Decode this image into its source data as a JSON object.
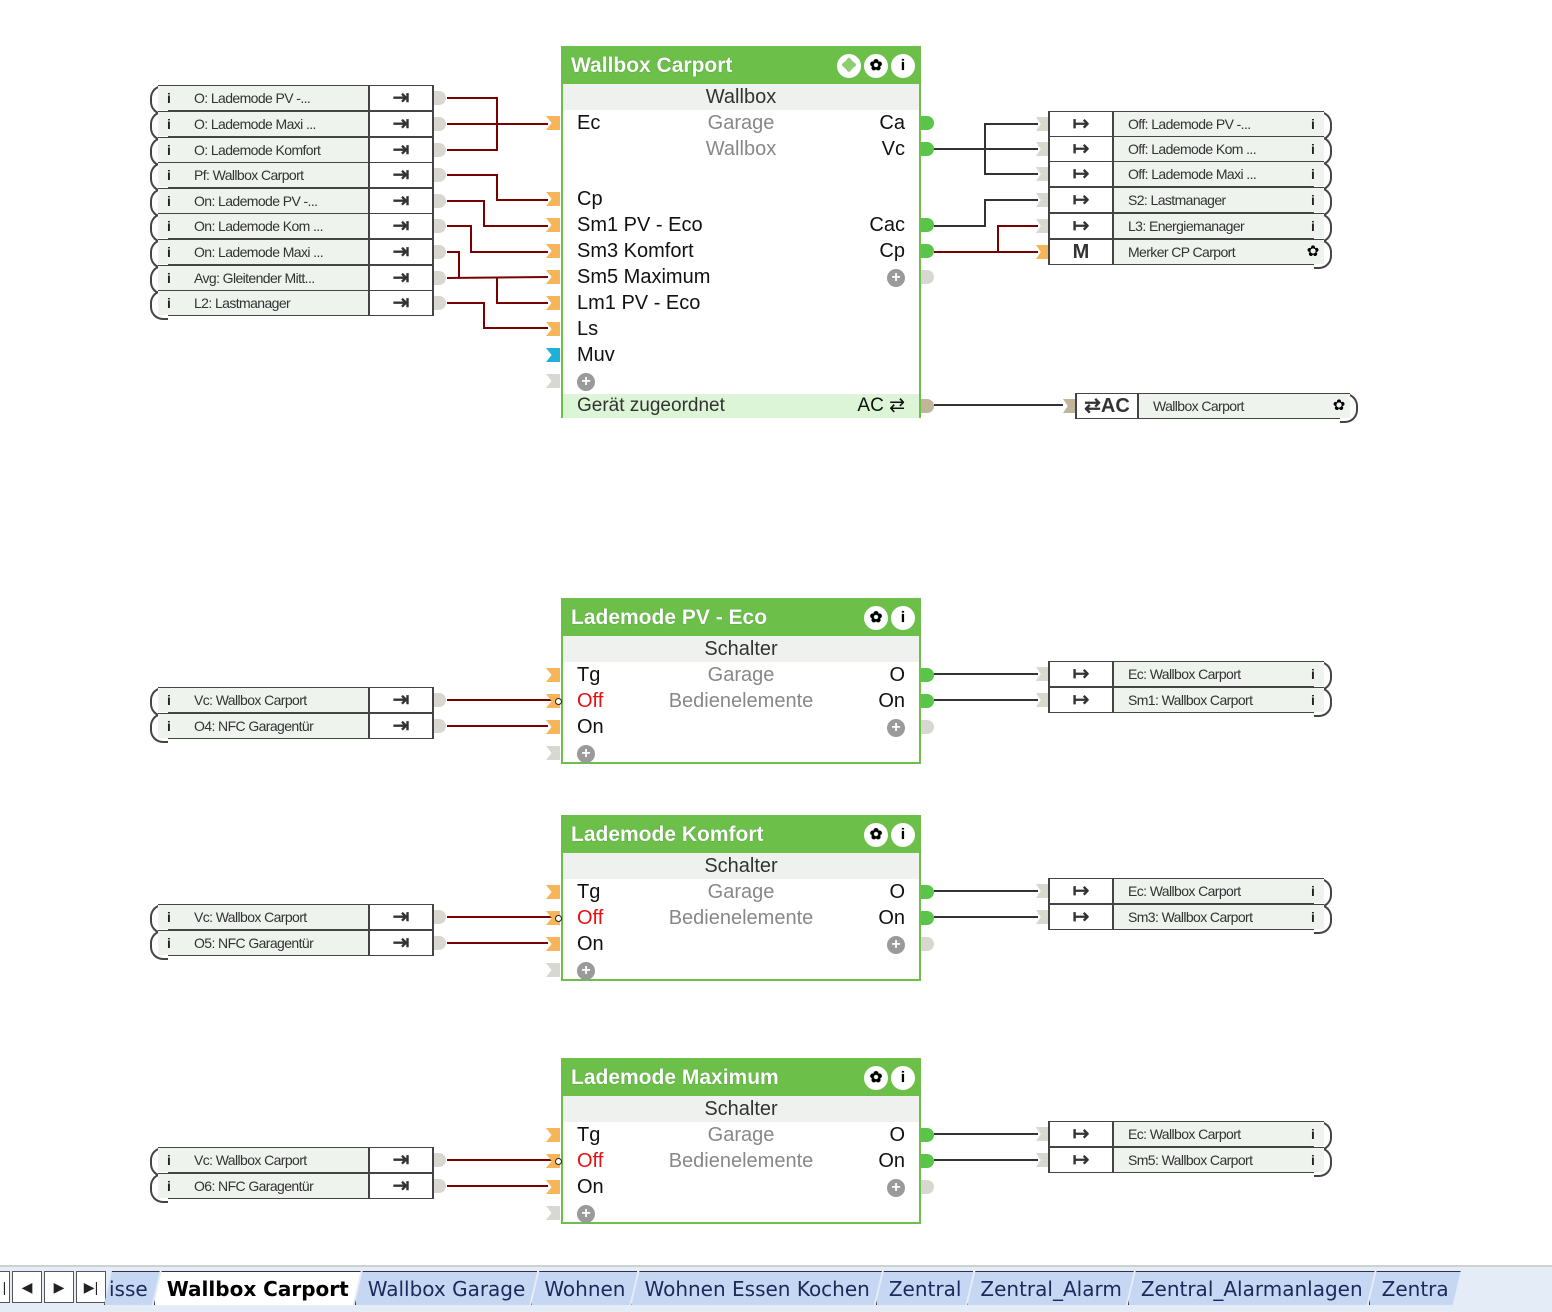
{
  "main_block": {
    "title": "Wallbox Carport",
    "type": "Wallbox",
    "location": "Garage",
    "category": "Wallbox",
    "header_icons": [
      "move-icon",
      "gear-icon",
      "info-icon"
    ],
    "inputs": [
      "Ec",
      "Cp",
      "Sm1 PV - Eco",
      "Sm3 Komfort",
      "Sm5 Maximum",
      "Lm1 PV - Eco",
      "Ls",
      "Muv"
    ],
    "outputs": [
      "Ca",
      "Vc",
      "Cac",
      "Cp"
    ],
    "footer_left": "Gerät zugeordnet",
    "footer_right": "AC ⇄"
  },
  "main_inputs_refs": [
    "O: Lademode PV -...",
    "O: Lademode Maxi ...",
    "O: Lademode Komfort",
    "Pf: Wallbox Carport",
    "On: Lademode PV -...",
    "On: Lademode Kom ...",
    "On: Lademode Maxi ...",
    "Avg: Gleitender Mitt...",
    "L2: Lastmanager"
  ],
  "main_output_refs": [
    {
      "label": "Off: Lademode PV -...",
      "icon": "↦",
      "kind": "info"
    },
    {
      "label": "Off: Lademode Kom ...",
      "icon": "↦",
      "kind": "info"
    },
    {
      "label": "Off: Lademode Maxi ...",
      "icon": "↦",
      "kind": "info"
    },
    {
      "label": "S2: Lastmanager",
      "icon": "↦",
      "kind": "info"
    },
    {
      "label": "L3: Energiemanager",
      "icon": "↦",
      "kind": "info"
    },
    {
      "label": "Merker CP Carport",
      "icon": "M",
      "kind": "gear"
    }
  ],
  "device_ref": {
    "icon": "⇄AC",
    "label": "Wallbox Carport"
  },
  "switch_blocks": [
    {
      "title": "Lademode PV - Eco",
      "type": "Schalter",
      "location": "Garage",
      "category": "Bedienelemente",
      "inputs": [
        "Tg",
        "Off",
        "On"
      ],
      "outputs": [
        "O",
        "On"
      ],
      "input_refs": [
        "Vc: Wallbox Carport",
        "O4: NFC Garagentür"
      ],
      "output_refs": [
        "Ec: Wallbox Carport",
        "Sm1: Wallbox Carport"
      ]
    },
    {
      "title": "Lademode Komfort",
      "type": "Schalter",
      "location": "Garage",
      "category": "Bedienelemente",
      "inputs": [
        "Tg",
        "Off",
        "On"
      ],
      "outputs": [
        "O",
        "On"
      ],
      "input_refs": [
        "Vc: Wallbox Carport",
        "O5: NFC Garagentür"
      ],
      "output_refs": [
        "Ec: Wallbox Carport",
        "Sm3: Wallbox Carport"
      ]
    },
    {
      "title": "Lademode Maximum",
      "type": "Schalter",
      "location": "Garage",
      "category": "Bedienelemente",
      "inputs": [
        "Tg",
        "Off",
        "On"
      ],
      "outputs": [
        "O",
        "On"
      ],
      "input_refs": [
        "Vc: Wallbox Carport",
        "O6: NFC Garagentür"
      ],
      "output_refs": [
        "Ec: Wallbox Carport",
        "Sm5: Wallbox Carport"
      ]
    }
  ],
  "icons": {
    "info": "i",
    "gear": "✿",
    "plus": "+",
    "move": "✥",
    "input_ref": "⇥",
    "output_ref": "↦"
  },
  "colors": {
    "block_header": "#6cc04a",
    "wire_red": "#7a0000",
    "wire_dark": "#333333",
    "pin_orange": "#f7b55a",
    "pin_green": "#5bc44a",
    "pin_cyan": "#1fb0d8",
    "negated_label": "#e81010"
  },
  "tabbar": {
    "nav_buttons": [
      "◀",
      "▶",
      "▶|"
    ],
    "first_button": "|",
    "tabs": [
      {
        "label": "isse",
        "active": false
      },
      {
        "label": "Wallbox Carport",
        "active": true
      },
      {
        "label": "Wallbox Garage",
        "active": false
      },
      {
        "label": "Wohnen",
        "active": false
      },
      {
        "label": "Wohnen Essen Kochen",
        "active": false
      },
      {
        "label": "Zentral",
        "active": false
      },
      {
        "label": "Zentral_Alarm",
        "active": false
      },
      {
        "label": "Zentral_Alarmanlagen",
        "active": false
      },
      {
        "label": "Zentra",
        "active": false
      }
    ]
  }
}
